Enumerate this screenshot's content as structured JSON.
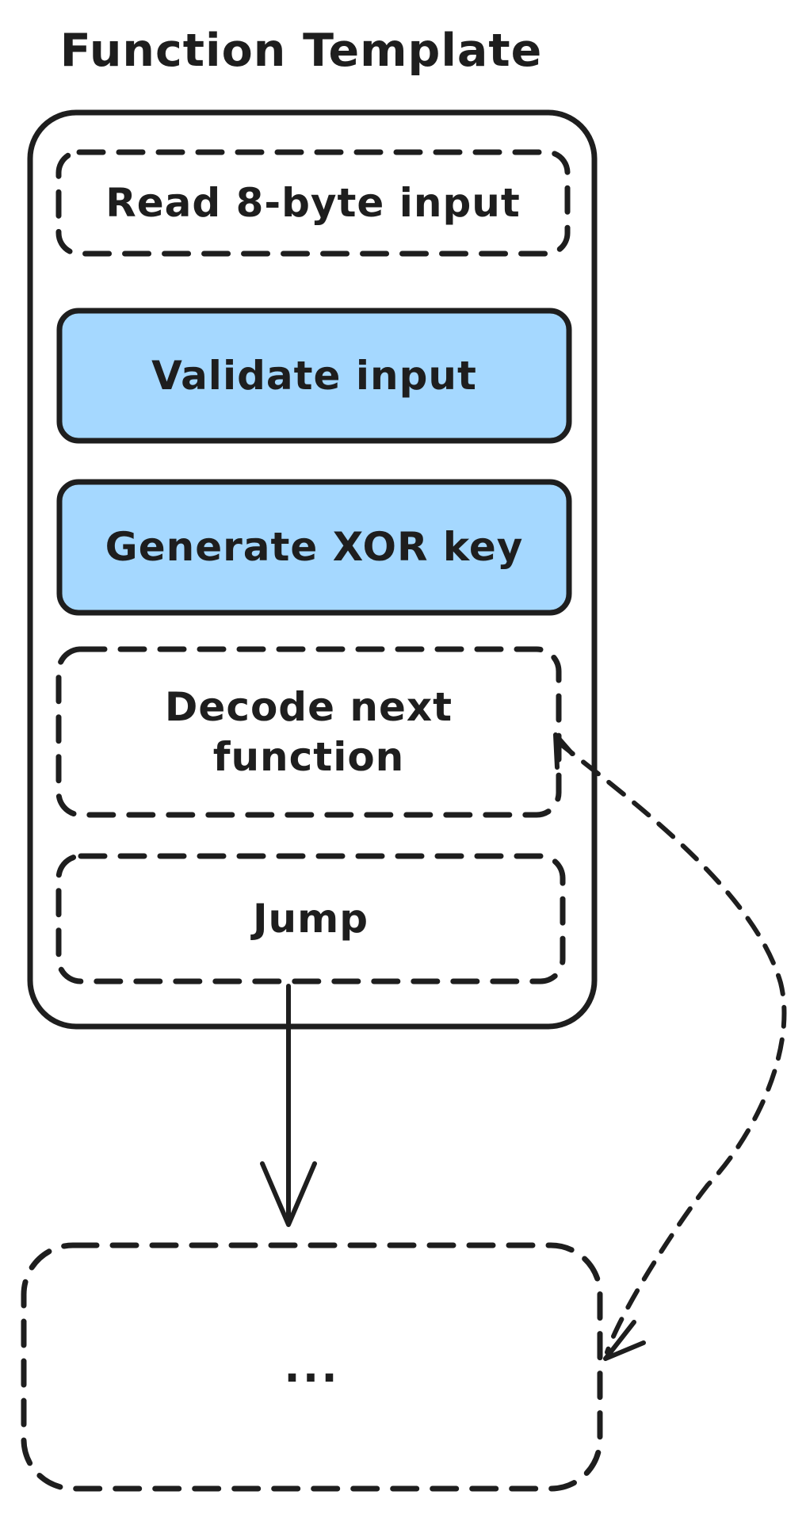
{
  "title": "Function Template",
  "boxes": {
    "read": {
      "label": "Read 8-byte input",
      "style": "dashed"
    },
    "validate": {
      "label": "Validate input",
      "style": "solid-blue"
    },
    "generate": {
      "label": "Generate XOR key",
      "style": "solid-blue"
    },
    "decode": {
      "label": "Decode next function",
      "style": "dashed"
    },
    "jump": {
      "label": "Jump",
      "style": "dashed"
    },
    "next_function": {
      "label": "...",
      "style": "dashed"
    }
  },
  "arrows": {
    "jump_to_next": {
      "from": "jump",
      "to": "next_function",
      "line": "solid",
      "head": "open-v"
    },
    "decode_to_next": {
      "from": "decode",
      "to": "next_function",
      "line": "dashed",
      "head": "open-v-both-ends"
    }
  },
  "colors": {
    "stroke": "#1e1e1e",
    "blue_fill": "#a5d8ff",
    "background": "#ffffff"
  }
}
